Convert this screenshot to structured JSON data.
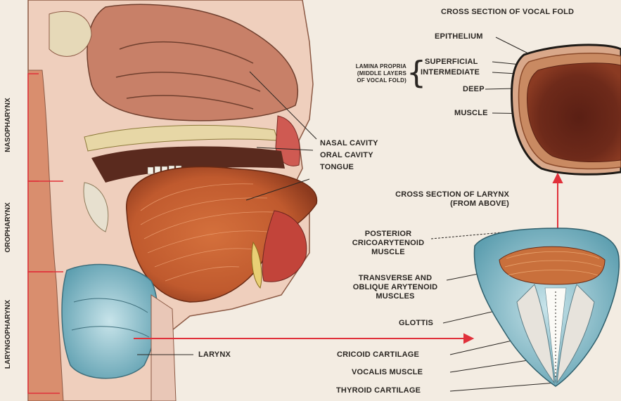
{
  "section_titles": {
    "vocal_fold": "CROSS SECTION OF VOCAL FOLD",
    "larynx_line1": "CROSS SECTION OF LARYNX",
    "larynx_line2": "(FROM ABOVE)"
  },
  "pharynx_regions": {
    "nasopharynx": "NASOPHARYNX",
    "oropharynx": "OROPHARYNX",
    "laryngopharynx": "LARYNGOPHARYNX"
  },
  "head_labels": {
    "nasal_cavity": "NASAL CAVITY",
    "oral_cavity": "ORAL CAVITY",
    "tongue": "TONGUE",
    "larynx": "LARYNX"
  },
  "lamina_propria": {
    "line1": "LAMINA PROPRIA",
    "line2": "(MIDDLE LAYERS",
    "line3": "OF VOCAL FOLD)"
  },
  "vocal_fold_labels": {
    "epithelium": "EPITHELIUM",
    "superficial": "SUPERFICIAL",
    "intermediate": "INTERMEDIATE",
    "deep": "DEEP",
    "muscle": "MUSCLE"
  },
  "larynx_labels": {
    "posterior_line1": "POSTERIOR",
    "posterior_line2": "CRICOARYTENOID",
    "posterior_line3": "MUSCLE",
    "transverse_line1": "TRANSVERSE AND",
    "transverse_line2": "OBLIQUE ARYTENOID",
    "transverse_line3": "MUSCLES",
    "glottis": "GLOTTIS",
    "cricoid": "CRICOID CARTILAGE",
    "vocalis": "VOCALIS MUSCLE",
    "thyroid": "THYROID CARTILAGE"
  },
  "colors": {
    "background": "#f3ece2",
    "arrow_red": "#e0303a",
    "text": "#2a2622",
    "tissue_pink": "#e9b7a3",
    "muscle_red": "#b84a2a",
    "cartilage_blue": "#7fb7c5"
  }
}
